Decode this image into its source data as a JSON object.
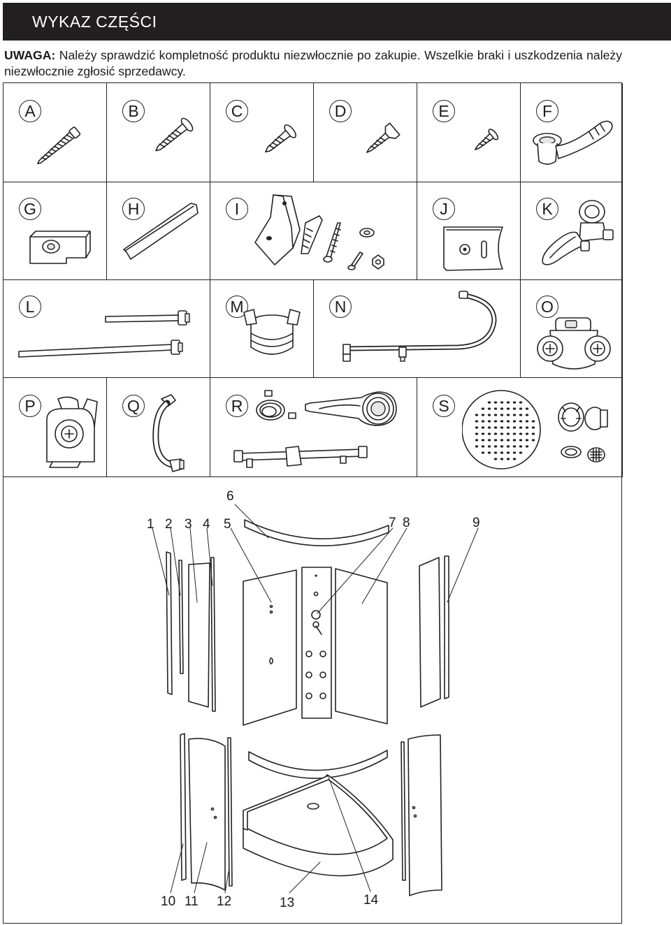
{
  "header": {
    "title": "WYKAZ CZĘŚCI"
  },
  "note": {
    "label": "UWAGA:",
    "text": "Należy sprawdzić kompletność produktu niezwłocznie po zakupie. Wszelkie braki i uszkodzenia należy niezwłocznie zgłosić sprzedawcy."
  },
  "parts": [
    {
      "letter": "A",
      "icon": "long-screw-icon"
    },
    {
      "letter": "B",
      "icon": "screw-icon"
    },
    {
      "letter": "C",
      "icon": "short-screw-icon"
    },
    {
      "letter": "D",
      "icon": "countersunk-screw-icon"
    },
    {
      "letter": "E",
      "icon": "small-screw-icon"
    },
    {
      "letter": "F",
      "icon": "drain-siphon-icon"
    },
    {
      "letter": "G",
      "icon": "glass-clamp-block-icon"
    },
    {
      "letter": "H",
      "icon": "hexagon-bar-icon"
    },
    {
      "letter": "I",
      "icon": "mounting-bracket-kit-icon"
    },
    {
      "letter": "J",
      "icon": "slotted-plate-icon"
    },
    {
      "letter": "K",
      "icon": "mixer-tap-icon"
    },
    {
      "letter": "L",
      "icon": "rod-pipes-icon"
    },
    {
      "letter": "M",
      "icon": "pipe-clamp-icon"
    },
    {
      "letter": "N",
      "icon": "curved-shower-arm-icon"
    },
    {
      "letter": "O",
      "icon": "double-roller-icon"
    },
    {
      "letter": "P",
      "icon": "single-roller-icon"
    },
    {
      "letter": "Q",
      "icon": "door-handle-icon"
    },
    {
      "letter": "R",
      "icon": "hand-shower-set-icon"
    },
    {
      "letter": "S",
      "icon": "rain-shower-head-icon"
    }
  ],
  "assembly_labels": [
    "1",
    "2",
    "3",
    "4",
    "5",
    "6",
    "7",
    "8",
    "9",
    "10",
    "11",
    "12",
    "13",
    "14"
  ]
}
